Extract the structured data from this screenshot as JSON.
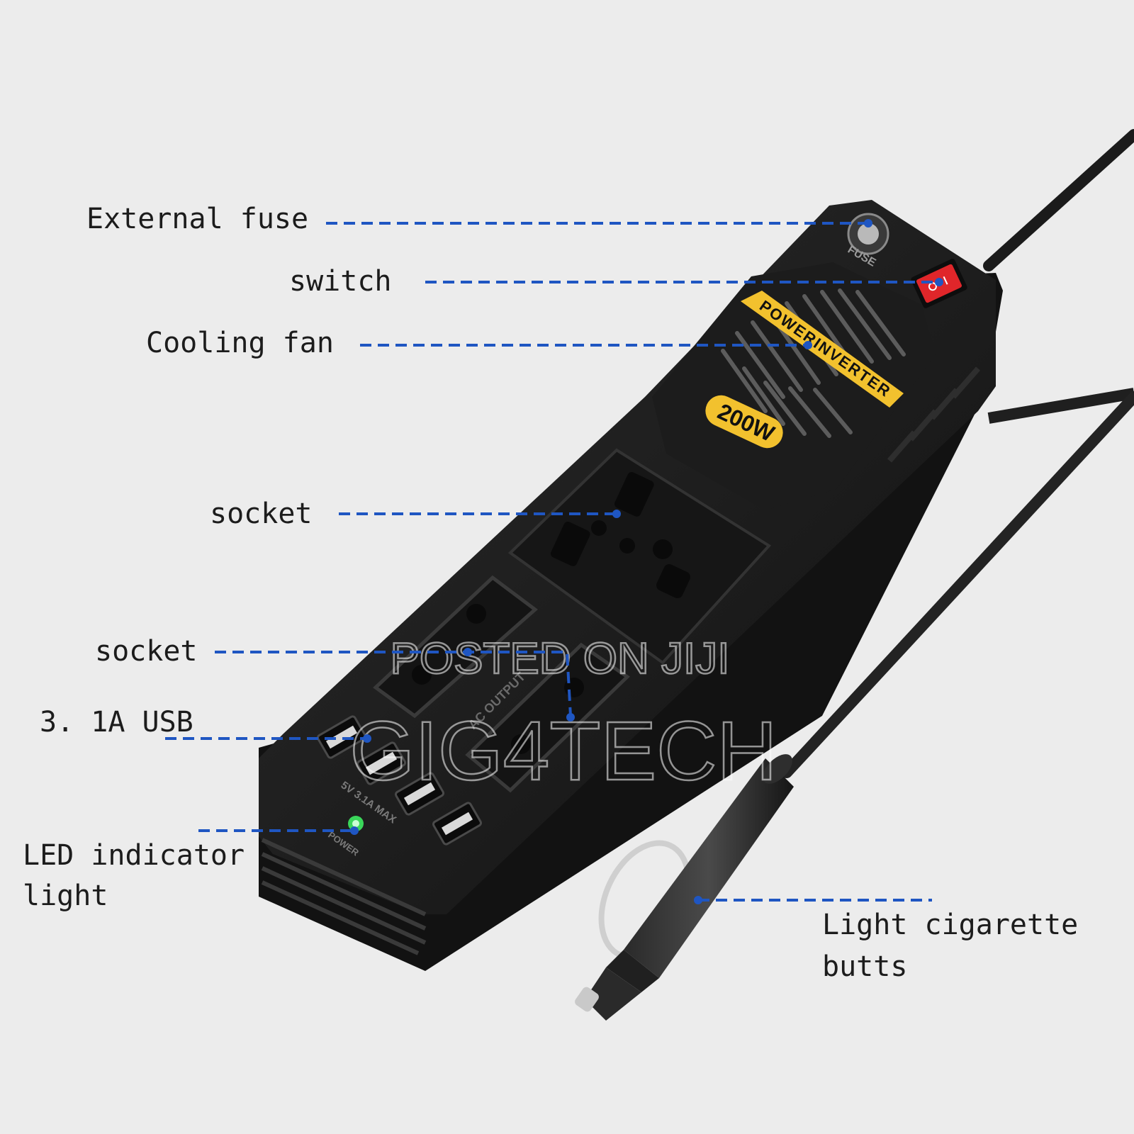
{
  "callouts": {
    "external_fuse": "External fuse",
    "switch": "switch",
    "cooling_fan": "Cooling fan",
    "socket_universal": "socket",
    "socket_pair": "socket",
    "usb": "3. 1A USB",
    "led_line1": "LED indicator",
    "led_line2": "light",
    "cigarette_line1": "Light cigarette",
    "cigarette_line2": "butts"
  },
  "device_labels": {
    "band": "POWERINVERTER",
    "badge": "200W",
    "fuse": "FUSE",
    "ac_output": "AC OUTPUT",
    "usb_spec": "5V 3.1A MAX",
    "power": "POWER"
  },
  "watermarks": {
    "posted": "POSTED ON JIJI",
    "brand": "GIG4TECH"
  },
  "colors": {
    "background": "#ececec",
    "leader_line": "#1f56c2",
    "body": "#1a1a1a",
    "accent_yellow": "#f2c12e",
    "switch_red": "#e0262a",
    "led_green": "#3ad65a"
  }
}
